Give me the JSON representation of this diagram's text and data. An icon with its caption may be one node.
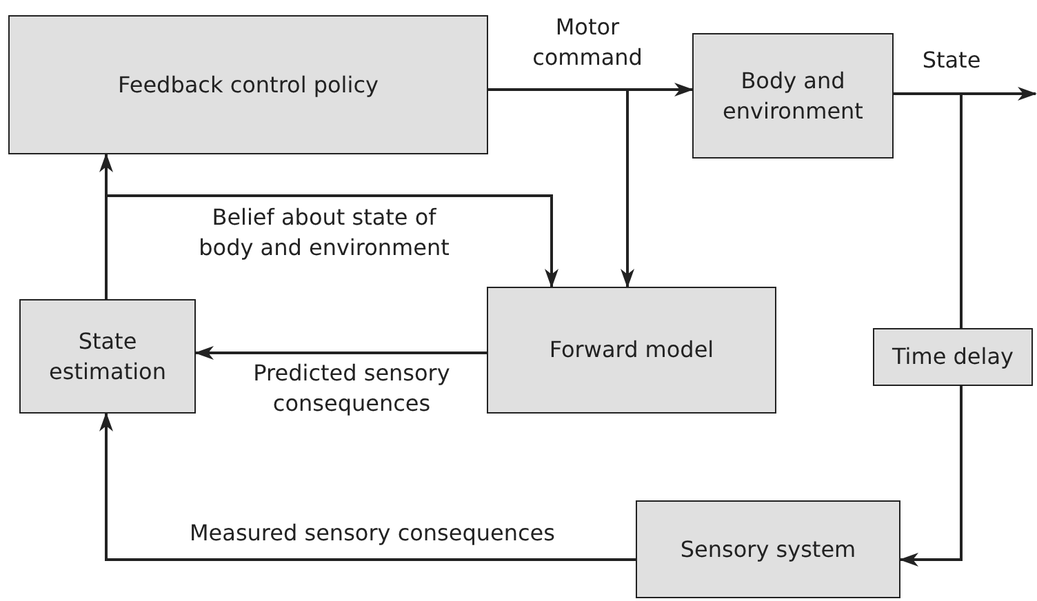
{
  "diagram": {
    "nodes": [
      {
        "text": [
          "Feedback control policy"
        ]
      },
      {
        "text": [
          "Body and environment"
        ]
      },
      {
        "text": [
          "Forward model"
        ]
      },
      {
        "text": [
          "State estimation"
        ]
      },
      {
        "text": [
          "Time delay"
        ]
      },
      {
        "text": [
          "Sensory system"
        ]
      }
    ],
    "edges": [
      {
        "from": 0,
        "to": 1,
        "arrow": "to",
        "label": "Motor command"
      },
      {
        "from": 1,
        "to": null,
        "arrow": "to",
        "label": "State"
      },
      {
        "from": 0,
        "to": 2,
        "arrow": "to"
      },
      {
        "from": 1,
        "to": 4,
        "arrow": "none"
      },
      {
        "from": 4,
        "to": 5,
        "arrow": "to"
      },
      {
        "from": 5,
        "to": 3,
        "arrow": "to",
        "label": "Measured sensory consequences"
      },
      {
        "from": 2,
        "to": 3,
        "arrow": "to",
        "label": "Predicted sensory consequences"
      },
      {
        "from": 3,
        "to": 0,
        "arrow": "to"
      },
      {
        "from": 3,
        "to": 2,
        "arrow": "to",
        "label": "Belief about state of body and environment"
      }
    ]
  }
}
